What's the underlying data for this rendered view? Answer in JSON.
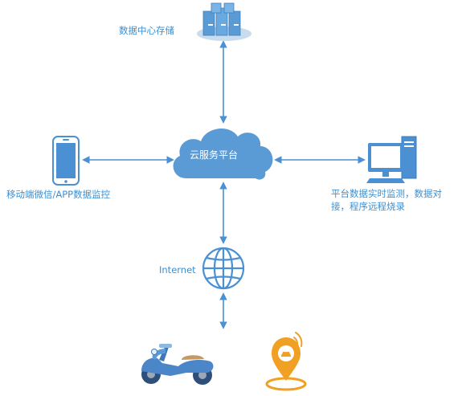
{
  "nodes": {
    "datacenter": {
      "label": "数据中心存储",
      "icon": "server-cluster-icon"
    },
    "cloud": {
      "label": "云服务平台",
      "icon": "cloud-icon"
    },
    "mobile": {
      "label": "移动端微信/APP数据监控",
      "icon": "smartphone-icon"
    },
    "platform": {
      "label": "平台数据实时监测，数据对接，程序远程烧录",
      "icon": "desktop-computer-icon"
    },
    "internet": {
      "label": "Internet",
      "icon": "globe-icon"
    },
    "scooter": {
      "icon": "electric-scooter-icon"
    },
    "locator": {
      "icon": "gps-location-pin-icon"
    }
  },
  "colors": {
    "primary": "#4a90d2",
    "primary_light": "#6aa9e0",
    "cloud": "#5b9bd5",
    "label": "#3d8fd0",
    "pin": "#f0a023"
  }
}
